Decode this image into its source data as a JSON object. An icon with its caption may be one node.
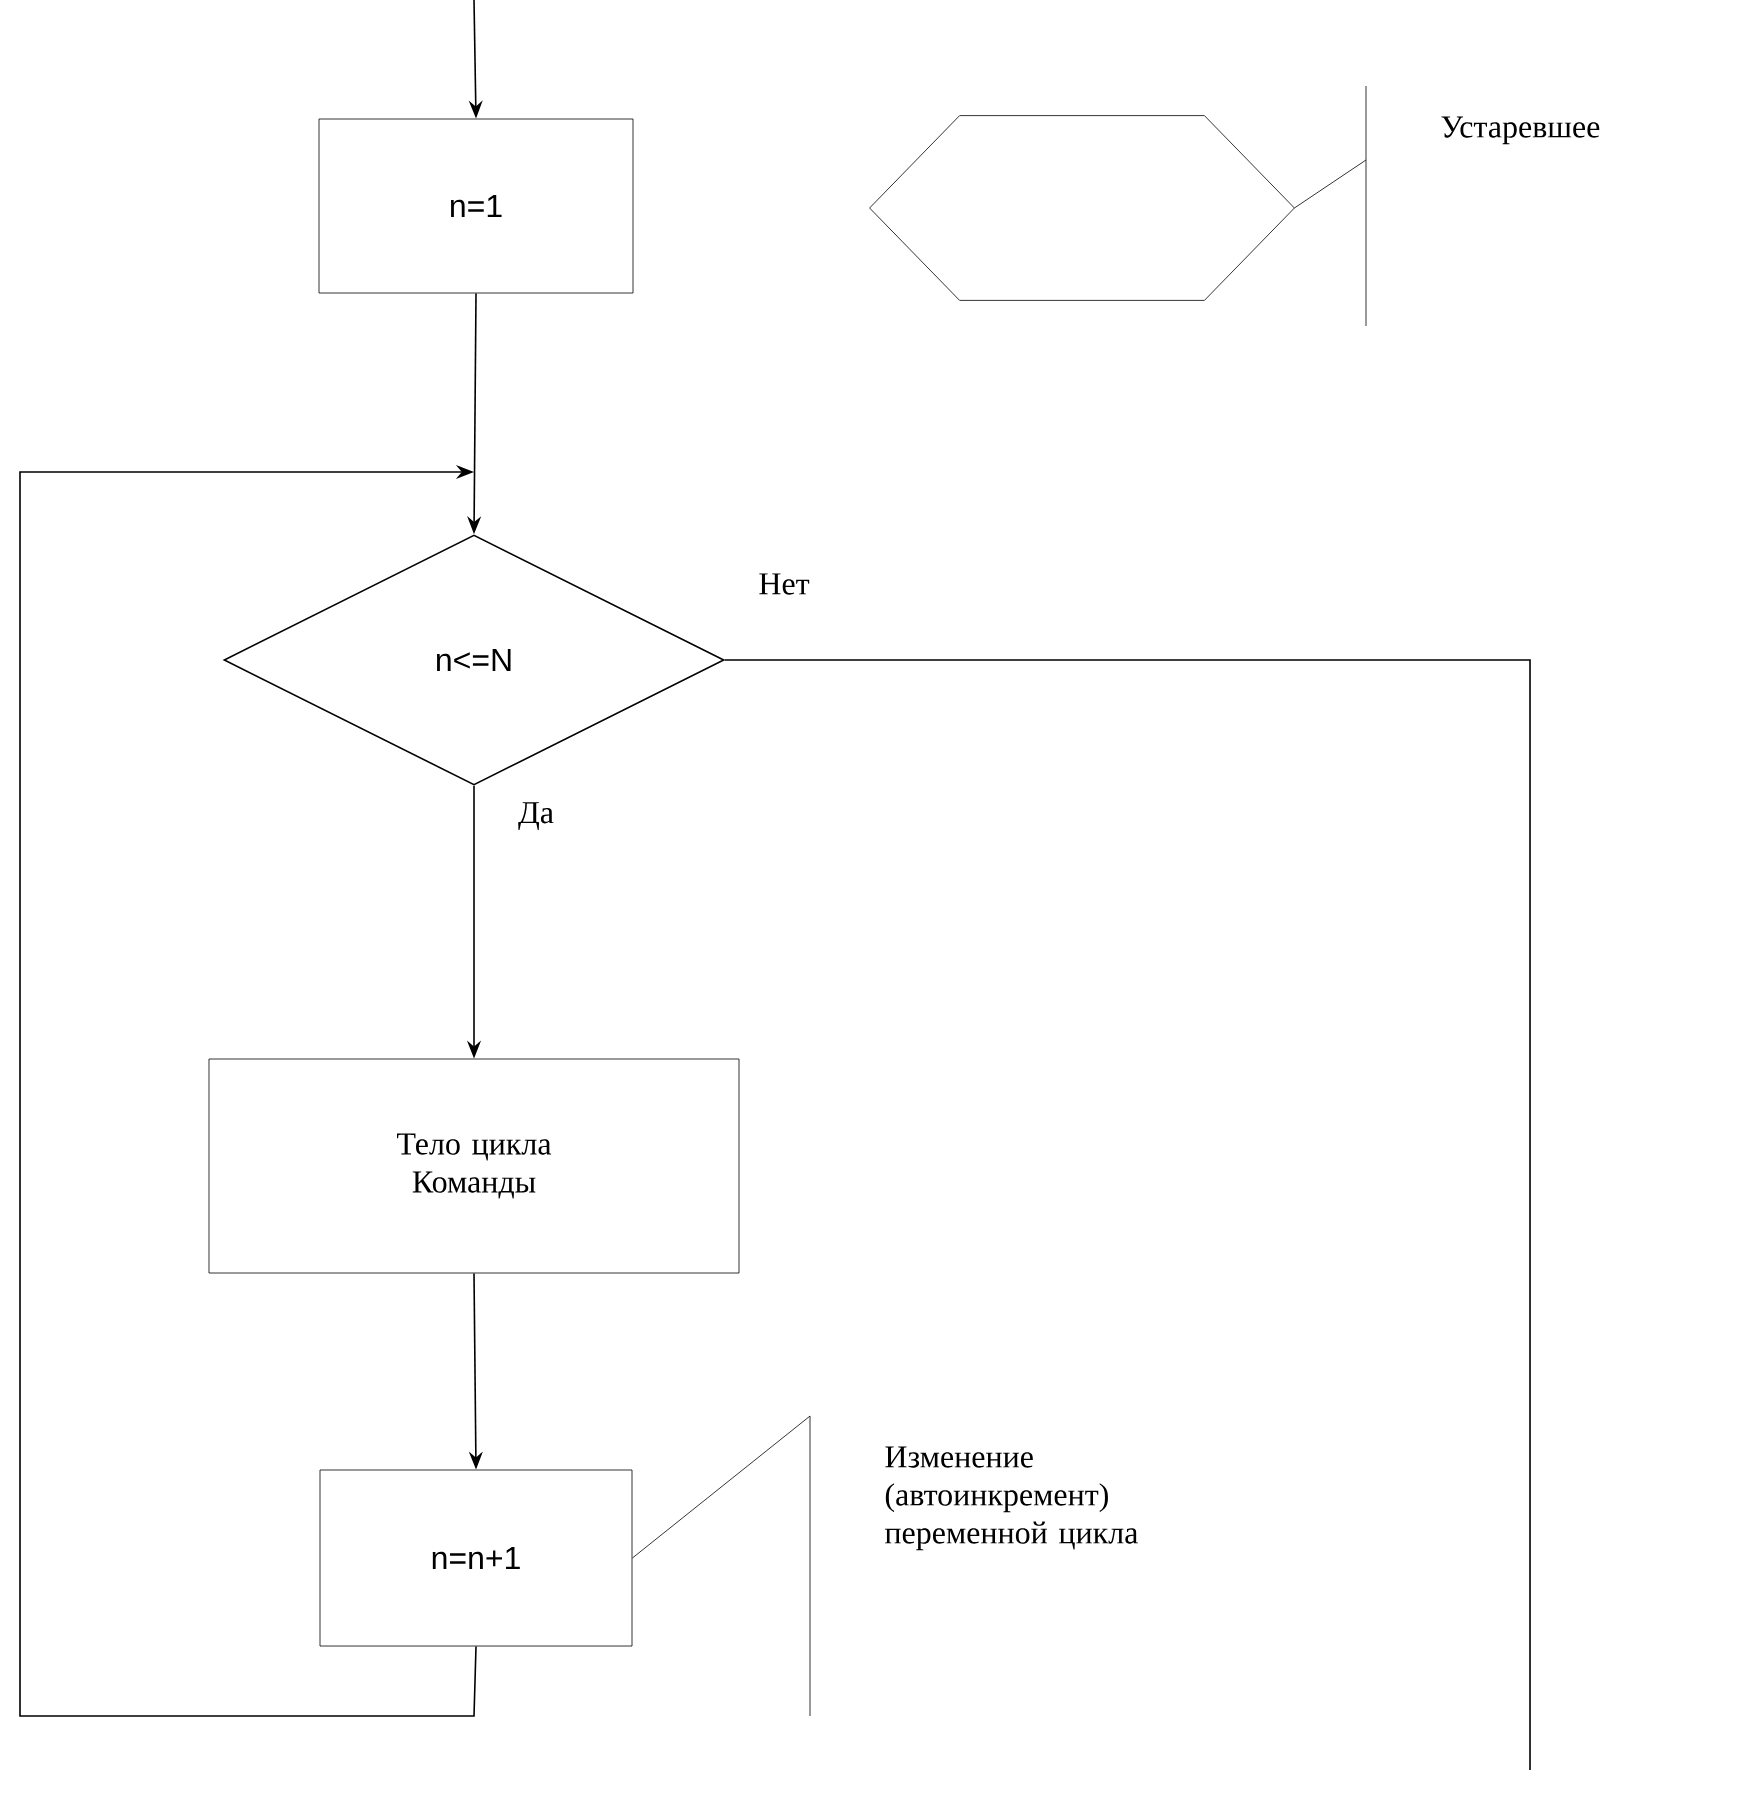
{
  "diagram": {
    "nodes": [
      {
        "text": [
          "n=1"
        ]
      },
      {
        "text": [],
        "shape": "hexagon"
      },
      {
        "text": [
          "Устаревшее"
        ]
      },
      {
        "text": [
          "n<=N"
        ]
      },
      {
        "text": [
          "Тело цикла Команды"
        ]
      },
      {
        "text": [
          "n=n+1"
        ]
      },
      {
        "text": [
          "Изменение (автоинкремент) переменной цикла"
        ]
      }
    ],
    "edges": [
      {
        "from": null,
        "to": 0,
        "arrow": "to"
      },
      {
        "from": 0,
        "to": 3,
        "arrow": "to"
      },
      {
        "from": 1,
        "to": 2,
        "arrow": "none"
      },
      {
        "from": 3,
        "to": 4,
        "arrow": "to",
        "label": "Да"
      },
      {
        "from": 3,
        "to": null,
        "arrow": "none",
        "label": "Нет"
      },
      {
        "from": 4,
        "to": 5,
        "arrow": "to"
      },
      {
        "from": 5,
        "to": 6,
        "arrow": "none"
      },
      {
        "from": 5,
        "to": 3,
        "arrow": "to"
      }
    ]
  }
}
